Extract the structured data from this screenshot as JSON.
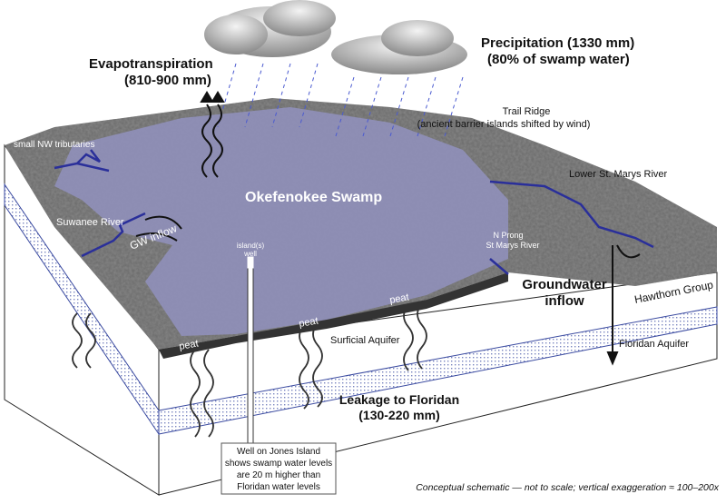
{
  "colors": {
    "swamp": "#8f8fb8",
    "terrain": "#6a6a6a",
    "river": "#2a2f9a",
    "rain": "#4a5ad0",
    "band": "#3a4aa0"
  },
  "labels": {
    "precipitation": [
      "Precipitation (1330 mm)",
      "(80% of swamp water)"
    ],
    "evapotranspiration": [
      "Evapotranspiration",
      "(810-900 mm)"
    ],
    "nw_tributaries": "small NW tributaries",
    "trail_ridge": [
      "Trail Ridge",
      "(ancient barrier islands shifted by wind)"
    ],
    "lower_st_marys": "Lower St. Marys River",
    "swamp": "Okefenokee Swamp",
    "suwanee": "Suwanee River",
    "gw_inflow_small": "GW inflow",
    "island_well": [
      "island(s)",
      "well"
    ],
    "n_prong": [
      "N Prong",
      "St Marys River"
    ],
    "groundwater_inflow": [
      "Groundwater",
      "inflow"
    ],
    "hawthorn": "Hawthorn Group",
    "floridan": "Floridan Aquifer",
    "surficial": "Surficial Aquifer",
    "peat": [
      "peat",
      "peat",
      "peat"
    ],
    "leakage": [
      "Leakage to Floridan",
      "(130-220 mm)"
    ],
    "well_note": [
      "Well on Jones Island",
      "shows swamp water levels",
      "are 20 m higher than",
      "Floridan water levels"
    ],
    "caption": "Conceptual schematic — not to scale; vertical exaggeration ≈ 100–200x"
  }
}
